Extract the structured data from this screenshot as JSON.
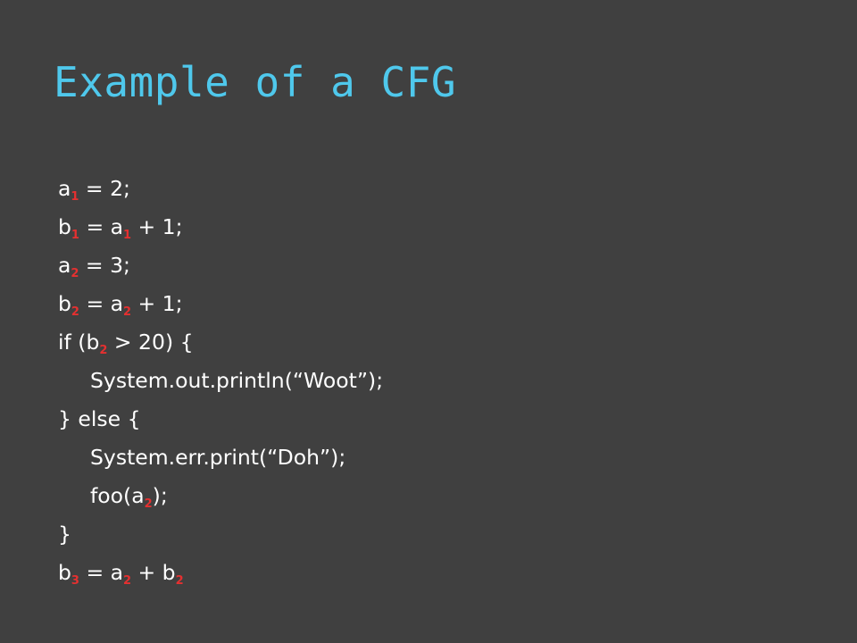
{
  "slide": {
    "title": "Example of a CFG",
    "colors": {
      "background": "#404040",
      "title": "#4fc8ec",
      "code_text": "#ffffff",
      "subscript": "#e53030"
    },
    "code_lines": [
      {
        "indent": false,
        "parts": [
          {
            "t": "a"
          },
          {
            "s": "1"
          },
          {
            "t": " = 2;"
          }
        ]
      },
      {
        "indent": false,
        "parts": [
          {
            "t": "b"
          },
          {
            "s": "1"
          },
          {
            "t": " = a"
          },
          {
            "s": "1"
          },
          {
            "t": " + 1;"
          }
        ]
      },
      {
        "indent": false,
        "parts": [
          {
            "t": "a"
          },
          {
            "s": "2"
          },
          {
            "t": " = 3;"
          }
        ]
      },
      {
        "indent": false,
        "parts": [
          {
            "t": "b"
          },
          {
            "s": "2"
          },
          {
            "t": " = a"
          },
          {
            "s": "2"
          },
          {
            "t": " + 1;"
          }
        ]
      },
      {
        "indent": false,
        "parts": [
          {
            "t": "if (b"
          },
          {
            "s": "2"
          },
          {
            "t": " > 20) {"
          }
        ]
      },
      {
        "indent": true,
        "parts": [
          {
            "t": "System.out.println(“Woot”);"
          }
        ]
      },
      {
        "indent": false,
        "parts": [
          {
            "t": "} else {"
          }
        ]
      },
      {
        "indent": true,
        "parts": [
          {
            "t": "System.err.print(“Doh”);"
          }
        ]
      },
      {
        "indent": true,
        "parts": [
          {
            "t": "foo(a"
          },
          {
            "s": "2"
          },
          {
            "t": ");"
          }
        ]
      },
      {
        "indent": false,
        "parts": [
          {
            "t": "}"
          }
        ]
      },
      {
        "indent": false,
        "parts": [
          {
            "t": "b"
          },
          {
            "s": "3"
          },
          {
            "t": " = a"
          },
          {
            "s": "2"
          },
          {
            "t": " + b"
          },
          {
            "s": "2"
          }
        ]
      }
    ]
  }
}
